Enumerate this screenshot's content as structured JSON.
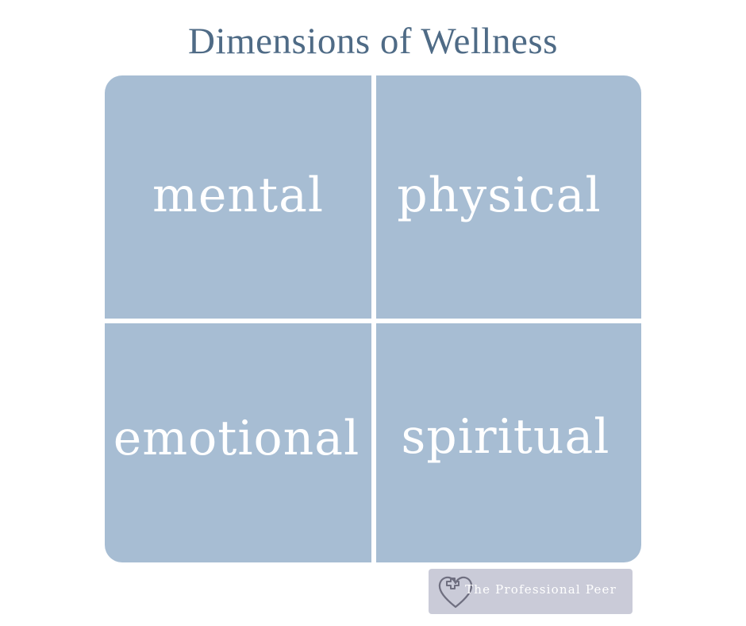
{
  "title": "Dimensions of Wellness",
  "dimensions": [
    {
      "label": "mental"
    },
    {
      "label": "physical"
    },
    {
      "label": "emotional"
    },
    {
      "label": "spiritual"
    }
  ],
  "badge": {
    "text": "The Professional Peer",
    "icon": "heart-cross-icon"
  },
  "colors": {
    "title": "#4f6b86",
    "tile": "#a7bdd3",
    "tile_text": "#ffffff",
    "badge_bg": "#cacbd8",
    "icon_stroke": "#6f6f80"
  }
}
